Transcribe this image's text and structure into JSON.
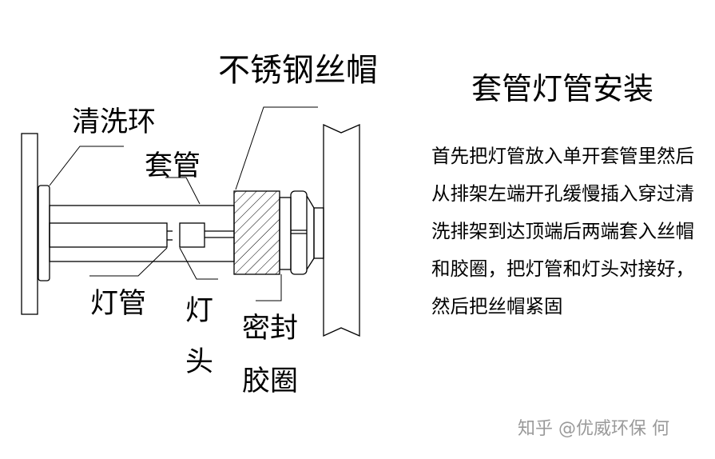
{
  "labels": {
    "cap": "不锈钢丝帽",
    "ring": "清洗环",
    "sleeve": "套管",
    "tube": "灯管",
    "head_1": "灯",
    "head_2": "头",
    "seal_1": "密封",
    "seal_2": "胶圈"
  },
  "title": "套管灯管安装",
  "body_lines": [
    "首先把灯管放入单开套管里然后",
    "从排架左端开孔缓慢插入穿过清",
    "洗排架到达顶端后两端套入丝帽",
    "和胶圈，把灯管和灯头对接好，",
    "然后把丝帽紧固"
  ],
  "watermark": "知乎 @优威环保 何"
}
